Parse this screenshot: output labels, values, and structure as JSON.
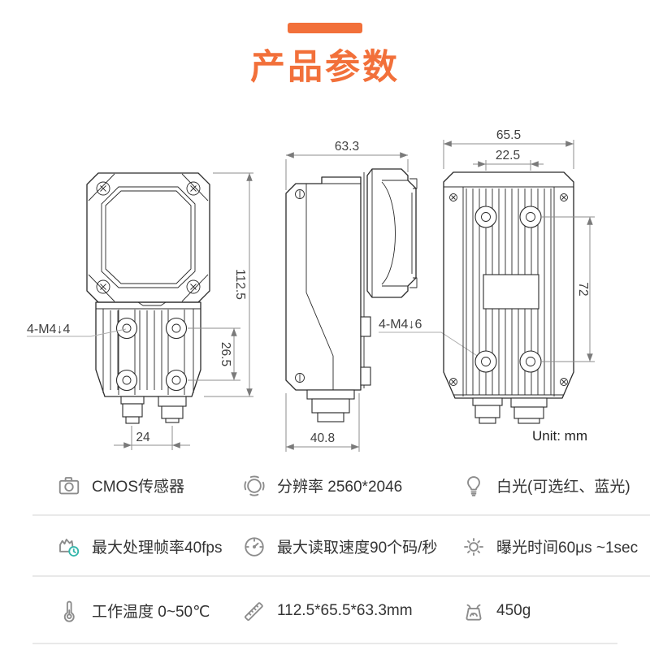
{
  "title": {
    "text": "产品参数",
    "accent_color": "#F2703A"
  },
  "drawing": {
    "unit_label": "Unit: mm",
    "front": {
      "height": "112.5",
      "hole_spacing": "26.5",
      "connector_spacing": "24",
      "thread_note": "4-M4↓4"
    },
    "side": {
      "depth": "63.3",
      "bottom_width": "40.8",
      "thread_note": "4-M4↓6"
    },
    "rear": {
      "width": "65.5",
      "hole_spacing_h": "22.5",
      "hole_spacing_v": "72"
    }
  },
  "specs": {
    "accent_teal": "#35B7AC",
    "rows": [
      {
        "cells": [
          {
            "icon": "camera-icon",
            "text": "CMOS传感器"
          },
          {
            "icon": "aperture-icon",
            "text": "分辨率 2560*2046"
          },
          {
            "icon": "bulb-icon",
            "text": "白光(可选红、蓝光)"
          }
        ]
      },
      {
        "cells": [
          {
            "icon": "framerate-icon",
            "text": "最大处理帧率40fps"
          },
          {
            "icon": "gauge-icon",
            "text": "最大读取速度90个码/秒"
          },
          {
            "icon": "sun-icon",
            "text": "曝光时间60μs ~1sec"
          }
        ]
      },
      {
        "cells": [
          {
            "icon": "thermometer-icon",
            "text": "工作温度 0~50℃"
          },
          {
            "icon": "ruler-icon",
            "text": "112.5*65.5*63.3mm"
          },
          {
            "icon": "scale-icon",
            "text": "450g"
          }
        ]
      }
    ]
  }
}
